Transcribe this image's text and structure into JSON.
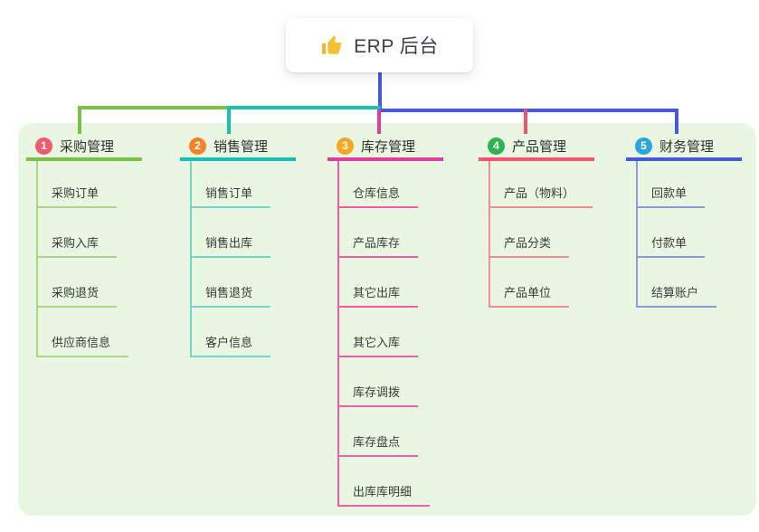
{
  "root": {
    "title": "ERP 后台",
    "icon": "thumbs-up",
    "icon_color": "#f2c230"
  },
  "container": {
    "background": "#e9f6e2"
  },
  "branches": [
    {
      "index": "1",
      "label": "采购管理",
      "circle_color": "#f0596e",
      "line_color": "#7cbf4a",
      "child_line_color": "#abd687",
      "children": [
        "采购订单",
        "采购入库",
        "采购退货",
        "供应商信息"
      ]
    },
    {
      "index": "2",
      "label": "销售管理",
      "circle_color": "#f5822b",
      "line_color": "#19bfb4",
      "child_line_color": "#7ad2ca",
      "children": [
        "销售订单",
        "销售出库",
        "销售退货",
        "客户信息"
      ]
    },
    {
      "index": "3",
      "label": "库存管理",
      "circle_color": "#f7a623",
      "line_color": "#e23c9c",
      "child_line_color": "#f05ca8",
      "children": [
        "仓库信息",
        "产品库存",
        "其它出库",
        "其它入库",
        "库存调拨",
        "库存盘点",
        "出库库明细"
      ]
    },
    {
      "index": "4",
      "label": "产品管理",
      "circle_color": "#2eb350",
      "line_color": "#f2566c",
      "child_line_color": "#f5899a",
      "children": [
        "产品（物料）",
        "产品分类",
        "产品单位"
      ]
    },
    {
      "index": "5",
      "label": "财务管理",
      "circle_color": "#2ba5db",
      "line_color": "#4759d4",
      "child_line_color": "#8b9cd9",
      "children": [
        "回款单",
        "付款单",
        "结算账户"
      ]
    }
  ]
}
